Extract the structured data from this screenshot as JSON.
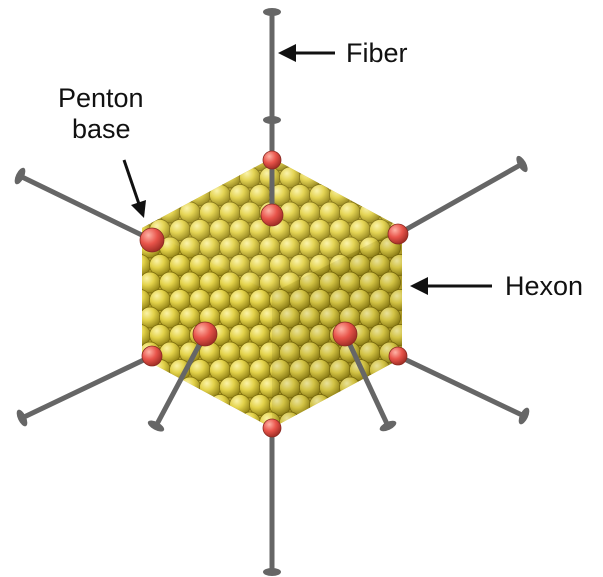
{
  "labels": {
    "fiber": "Fiber",
    "penton_base_line1": "Penton",
    "penton_base_line2": "base",
    "hexon": "Hexon"
  },
  "colors": {
    "background": "#ffffff",
    "hexon_fill": "#e3d24a",
    "hexon_highlight": "#fbf3a6",
    "hexon_shadow": "#8f7f12",
    "penton_fill": "#e8544a",
    "penton_highlight": "#ffb3a6",
    "fiber": "#666666",
    "arrow": "#111111",
    "label_text": "#111111"
  },
  "icons": {
    "fiber_arrow": "arrow-left-icon",
    "penton_arrow": "arrow-down-right-icon",
    "hexon_arrow": "arrow-left-icon"
  }
}
